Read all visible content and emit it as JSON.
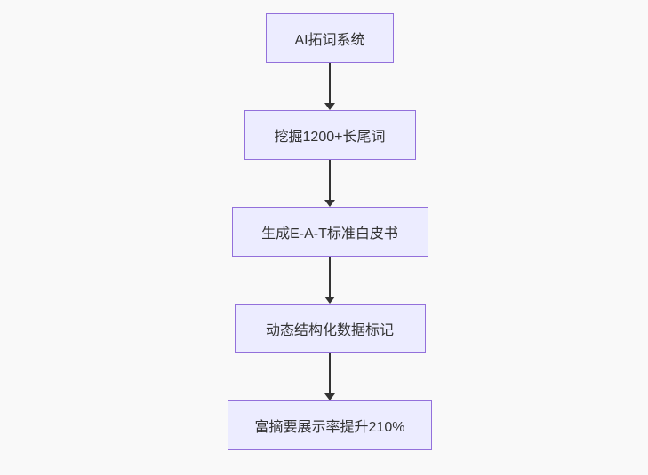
{
  "colors": {
    "background": "#f9f9f9",
    "node_fill": "#ececff",
    "node_border": "#9370db",
    "node_text": "#333333",
    "arrow": "#333333"
  },
  "flowchart": {
    "type": "flowchart",
    "direction": "top-down",
    "nodes": [
      {
        "id": "n1",
        "label": "AI拓词系统"
      },
      {
        "id": "n2",
        "label": "挖掘1200+长尾词"
      },
      {
        "id": "n3",
        "label": "生成E-A-T标准白皮书"
      },
      {
        "id": "n4",
        "label": "动态结构化数据标记"
      },
      {
        "id": "n5",
        "label": "富摘要展示率提升210%"
      }
    ],
    "edges": [
      {
        "from": "n1",
        "to": "n2"
      },
      {
        "from": "n2",
        "to": "n3"
      },
      {
        "from": "n3",
        "to": "n4"
      },
      {
        "from": "n4",
        "to": "n5"
      }
    ]
  }
}
